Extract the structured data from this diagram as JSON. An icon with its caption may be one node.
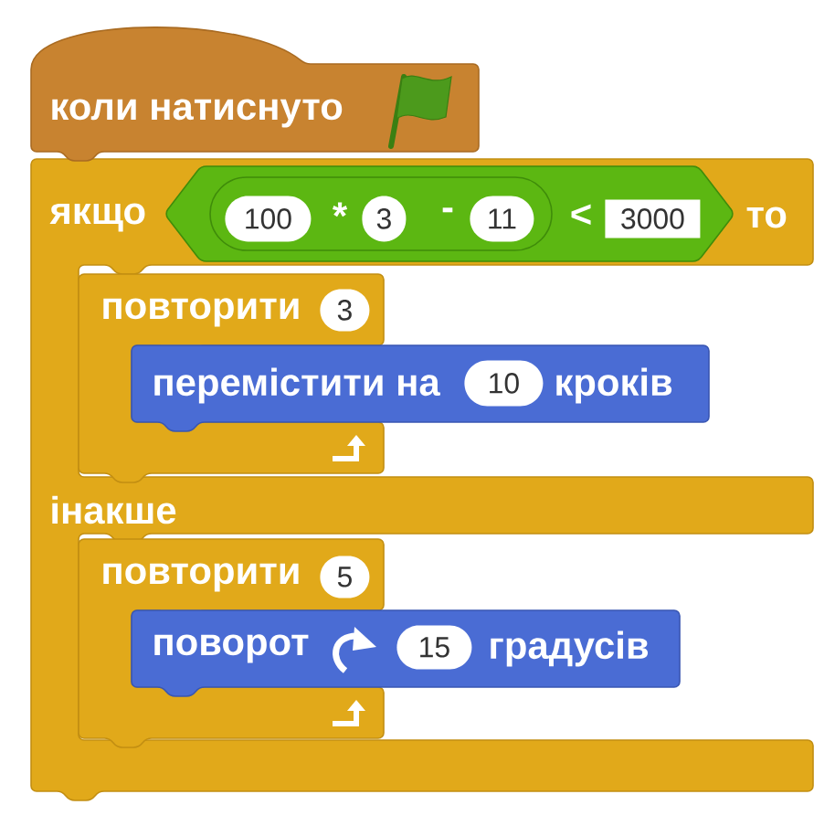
{
  "diagram": {
    "nodes": [
      {
        "text": [
          "коли натиснуто"
        ]
      },
      {
        "text": [
          "якщо",
          "то",
          "інакше"
        ]
      },
      {
        "text": [
          "<"
        ],
        "in": 1
      },
      {
        "text": [
          "*",
          "-"
        ],
        "in": 2
      },
      {
        "text": [
          "100"
        ],
        "in": 3
      },
      {
        "text": [
          "3"
        ],
        "in": 3
      },
      {
        "text": [
          "11"
        ],
        "in": 3
      },
      {
        "text": [
          "3000"
        ],
        "in": 2
      },
      {
        "text": [
          "повторити"
        ],
        "in": 1
      },
      {
        "text": [
          "3"
        ],
        "in": 8
      },
      {
        "text": [
          "перемістити на",
          "кроків"
        ],
        "in": 1
      },
      {
        "text": [
          "10"
        ],
        "in": 10
      },
      {
        "text": [
          "повторити"
        ],
        "in": 1
      },
      {
        "text": [
          "5"
        ],
        "in": 12
      },
      {
        "text": [
          "поворот",
          "градусів"
        ],
        "in": 1
      },
      {
        "text": [
          "15"
        ],
        "in": 14
      }
    ]
  }
}
